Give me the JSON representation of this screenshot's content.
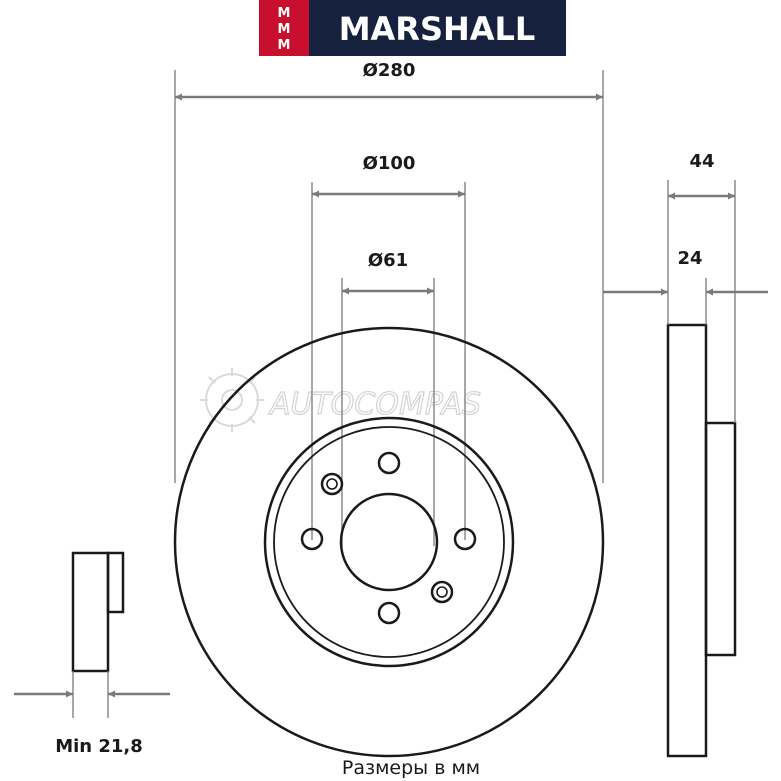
{
  "brand": {
    "name": "MARSHALL",
    "logo_mark": "M M M",
    "colors": {
      "mark": "#c8102e",
      "band": "#16213e"
    }
  },
  "watermark": {
    "text": "AUTOCOMPAS",
    "icon": "gear-icon"
  },
  "dimensions": {
    "outer_diameter": "Ø280",
    "bolt_circle": "Ø100",
    "center_bore": "Ø61",
    "total_height": "44",
    "thickness": "24",
    "min_thickness": "Min 21,8"
  },
  "caption": "Размеры в мм",
  "colors": {
    "line": "#1a1a1a",
    "dimension": "#7a7a7a"
  }
}
